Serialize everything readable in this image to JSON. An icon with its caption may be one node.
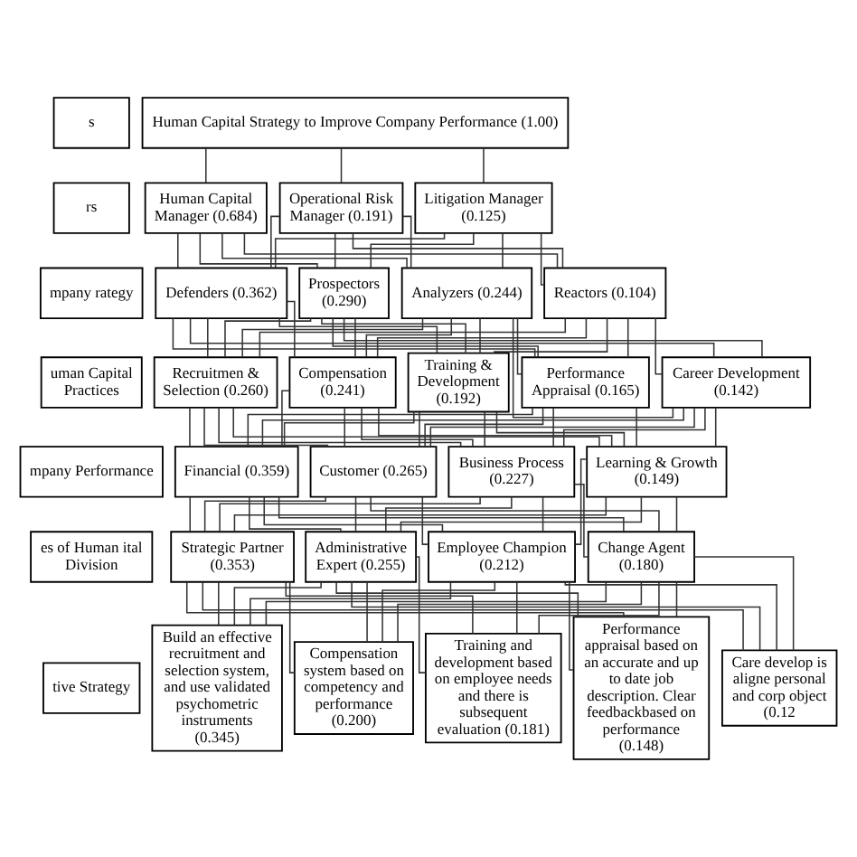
{
  "diagram": {
    "nodes": [
      {
        "text": [
          "Human Capital Strategy to Improve Company Performance (1.00)"
        ]
      },
      {
        "text": [
          "Human Capital Manager (0.684)"
        ]
      },
      {
        "text": [
          "Operational Risk Manager (0.191)"
        ]
      },
      {
        "text": [
          "Litigation Manager (0.125)"
        ]
      },
      {
        "text": [
          "Defenders (0.362)"
        ]
      },
      {
        "text": [
          "Prospectors (0.290)"
        ]
      },
      {
        "text": [
          "Analyzers (0.244)"
        ]
      },
      {
        "text": [
          "Reactors (0.104)"
        ]
      },
      {
        "text": [
          "Recruitmen & Selection (0.260)"
        ]
      },
      {
        "text": [
          "Compensation (0.241)"
        ]
      },
      {
        "text": [
          "Training & Development (0.192)"
        ]
      },
      {
        "text": [
          "Performance Appraisal (0.165)"
        ]
      },
      {
        "text": [
          "Career Development (0.142)"
        ]
      },
      {
        "text": [
          "Financial (0.359)"
        ]
      },
      {
        "text": [
          "Customer (0.265)"
        ]
      },
      {
        "text": [
          "Business Process (0.227)"
        ]
      },
      {
        "text": [
          "Learning & Growth (0.149)"
        ]
      },
      {
        "text": [
          "Strategic Partner (0.353)"
        ]
      },
      {
        "text": [
          "Administrative Expert (0.255)"
        ]
      },
      {
        "text": [
          "Employee Champion (0.212)"
        ]
      },
      {
        "text": [
          "Change Agent (0.180)"
        ]
      },
      {
        "text": [
          "Build an effective recruitment and selection system, and use validated psychometric instruments (0.345)"
        ]
      },
      {
        "text": [
          "Compensation system based on competency and performance (0.200)"
        ]
      },
      {
        "text": [
          "Training and development based on employee needs and there is subsequent evaluation (0.181)"
        ]
      },
      {
        "text": [
          "Performance appraisal based on an accurate and up to date job description. Clear feedbackbased on performance (0.148)"
        ]
      },
      {
        "text": [
          "Care develop is aligne personal and corp object (0.12"
        ]
      },
      {
        "text": [
          "s"
        ]
      },
      {
        "text": [
          "rs"
        ]
      },
      {
        "text": [
          "mpany rategy"
        ]
      },
      {
        "text": [
          "uman Capital Practices"
        ]
      },
      {
        "text": [
          "mpany Performance"
        ]
      },
      {
        "text": [
          "es of Human ital Division"
        ]
      },
      {
        "text": [
          "tive Strategy"
        ]
      }
    ],
    "edges": [
      {
        "from": 0,
        "to": 1,
        "arrow": "none"
      },
      {
        "from": 0,
        "to": 2,
        "arrow": "none"
      },
      {
        "from": 0,
        "to": 3,
        "arrow": "none"
      },
      {
        "from": 1,
        "to": 4,
        "arrow": "none"
      },
      {
        "from": 1,
        "to": 5,
        "arrow": "none"
      },
      {
        "from": 1,
        "to": 6,
        "arrow": "none"
      },
      {
        "from": 1,
        "to": 7,
        "arrow": "none"
      },
      {
        "from": 2,
        "to": 4,
        "arrow": "none"
      },
      {
        "from": 2,
        "to": 5,
        "arrow": "none"
      },
      {
        "from": 2,
        "to": 6,
        "arrow": "none"
      },
      {
        "from": 2,
        "to": 7,
        "arrow": "none"
      },
      {
        "from": 3,
        "to": 4,
        "arrow": "none"
      },
      {
        "from": 3,
        "to": 5,
        "arrow": "none"
      },
      {
        "from": 3,
        "to": 6,
        "arrow": "none"
      },
      {
        "from": 3,
        "to": 7,
        "arrow": "none"
      },
      {
        "from": 4,
        "to": 8,
        "arrow": "none"
      },
      {
        "from": 4,
        "to": 9,
        "arrow": "none"
      },
      {
        "from": 4,
        "to": 10,
        "arrow": "none"
      },
      {
        "from": 4,
        "to": 11,
        "arrow": "none"
      },
      {
        "from": 4,
        "to": 12,
        "arrow": "none"
      },
      {
        "from": 5,
        "to": 8,
        "arrow": "none"
      },
      {
        "from": 5,
        "to": 9,
        "arrow": "none"
      },
      {
        "from": 5,
        "to": 10,
        "arrow": "none"
      },
      {
        "from": 5,
        "to": 11,
        "arrow": "none"
      },
      {
        "from": 5,
        "to": 12,
        "arrow": "none"
      },
      {
        "from": 6,
        "to": 8,
        "arrow": "none"
      },
      {
        "from": 6,
        "to": 9,
        "arrow": "none"
      },
      {
        "from": 6,
        "to": 10,
        "arrow": "none"
      },
      {
        "from": 6,
        "to": 11,
        "arrow": "none"
      },
      {
        "from": 6,
        "to": 12,
        "arrow": "none"
      },
      {
        "from": 7,
        "to": 8,
        "arrow": "none"
      },
      {
        "from": 7,
        "to": 9,
        "arrow": "none"
      },
      {
        "from": 7,
        "to": 10,
        "arrow": "none"
      },
      {
        "from": 7,
        "to": 11,
        "arrow": "none"
      },
      {
        "from": 7,
        "to": 12,
        "arrow": "none"
      },
      {
        "from": 8,
        "to": 13,
        "arrow": "none"
      },
      {
        "from": 8,
        "to": 14,
        "arrow": "none"
      },
      {
        "from": 8,
        "to": 15,
        "arrow": "none"
      },
      {
        "from": 8,
        "to": 16,
        "arrow": "none"
      },
      {
        "from": 9,
        "to": 13,
        "arrow": "none"
      },
      {
        "from": 9,
        "to": 14,
        "arrow": "none"
      },
      {
        "from": 9,
        "to": 15,
        "arrow": "none"
      },
      {
        "from": 9,
        "to": 16,
        "arrow": "none"
      },
      {
        "from": 10,
        "to": 13,
        "arrow": "none"
      },
      {
        "from": 10,
        "to": 14,
        "arrow": "none"
      },
      {
        "from": 10,
        "to": 15,
        "arrow": "none"
      },
      {
        "from": 10,
        "to": 16,
        "arrow": "none"
      },
      {
        "from": 11,
        "to": 13,
        "arrow": "none"
      },
      {
        "from": 11,
        "to": 14,
        "arrow": "none"
      },
      {
        "from": 11,
        "to": 15,
        "arrow": "none"
      },
      {
        "from": 11,
        "to": 16,
        "arrow": "none"
      },
      {
        "from": 12,
        "to": 13,
        "arrow": "none"
      },
      {
        "from": 12,
        "to": 14,
        "arrow": "none"
      },
      {
        "from": 12,
        "to": 15,
        "arrow": "none"
      },
      {
        "from": 12,
        "to": 16,
        "arrow": "none"
      },
      {
        "from": 13,
        "to": 17,
        "arrow": "none"
      },
      {
        "from": 13,
        "to": 18,
        "arrow": "none"
      },
      {
        "from": 13,
        "to": 19,
        "arrow": "none"
      },
      {
        "from": 13,
        "to": 20,
        "arrow": "none"
      },
      {
        "from": 14,
        "to": 17,
        "arrow": "none"
      },
      {
        "from": 14,
        "to": 18,
        "arrow": "none"
      },
      {
        "from": 14,
        "to": 19,
        "arrow": "none"
      },
      {
        "from": 14,
        "to": 20,
        "arrow": "none"
      },
      {
        "from": 15,
        "to": 17,
        "arrow": "none"
      },
      {
        "from": 15,
        "to": 18,
        "arrow": "none"
      },
      {
        "from": 15,
        "to": 19,
        "arrow": "none"
      },
      {
        "from": 15,
        "to": 20,
        "arrow": "none"
      },
      {
        "from": 16,
        "to": 17,
        "arrow": "none"
      },
      {
        "from": 16,
        "to": 18,
        "arrow": "none"
      },
      {
        "from": 16,
        "to": 19,
        "arrow": "none"
      },
      {
        "from": 16,
        "to": 20,
        "arrow": "none"
      },
      {
        "from": 17,
        "to": 21,
        "arrow": "none"
      },
      {
        "from": 17,
        "to": 22,
        "arrow": "none"
      },
      {
        "from": 17,
        "to": 23,
        "arrow": "none"
      },
      {
        "from": 17,
        "to": 24,
        "arrow": "none"
      },
      {
        "from": 17,
        "to": 25,
        "arrow": "none"
      },
      {
        "from": 18,
        "to": 21,
        "arrow": "none"
      },
      {
        "from": 18,
        "to": 22,
        "arrow": "none"
      },
      {
        "from": 18,
        "to": 23,
        "arrow": "none"
      },
      {
        "from": 18,
        "to": 24,
        "arrow": "none"
      },
      {
        "from": 18,
        "to": 25,
        "arrow": "none"
      },
      {
        "from": 19,
        "to": 21,
        "arrow": "none"
      },
      {
        "from": 19,
        "to": 22,
        "arrow": "none"
      },
      {
        "from": 19,
        "to": 23,
        "arrow": "none"
      },
      {
        "from": 19,
        "to": 24,
        "arrow": "none"
      },
      {
        "from": 19,
        "to": 25,
        "arrow": "none"
      },
      {
        "from": 20,
        "to": 21,
        "arrow": "none"
      },
      {
        "from": 20,
        "to": 22,
        "arrow": "none"
      },
      {
        "from": 20,
        "to": 23,
        "arrow": "none"
      },
      {
        "from": 20,
        "to": 24,
        "arrow": "none"
      },
      {
        "from": 20,
        "to": 25,
        "arrow": "none"
      }
    ]
  }
}
